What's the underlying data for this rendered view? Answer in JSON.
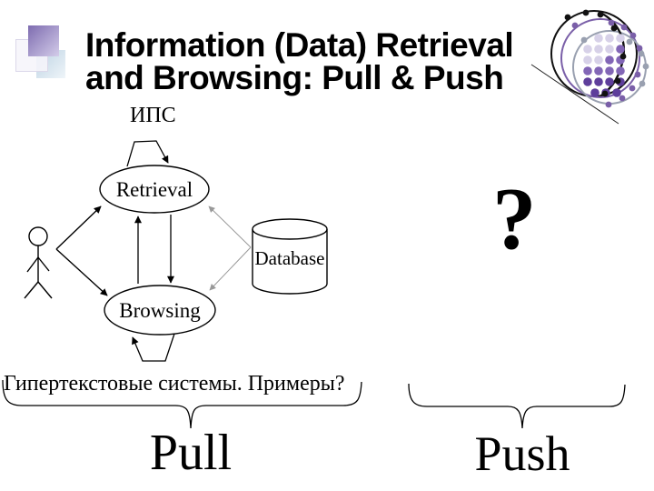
{
  "slide": {
    "title": {
      "line1": "Information (Data) Retrieval",
      "line2": "and Browsing: Pull & Push"
    },
    "ips_label": "ИПС",
    "question_mark": "?",
    "note_text": "Гипертекстовые системы. Примеры?",
    "pull_label": "Pull",
    "push_label": "Push"
  },
  "diagram": {
    "nodes": {
      "retrieval": "Retrieval",
      "browsing": "Browsing",
      "database": "Database"
    },
    "actor": "user-stick-figure",
    "arrows": {
      "user_to_retrieval": "user→retrieval",
      "user_to_browsing": "user→browsing",
      "browsing_to_retrieval": "browsing→retrieval",
      "retrieval_to_browsing": "retrieval→browsing",
      "database_to_retrieval": "database→retrieval",
      "database_to_browsing": "database→browsing",
      "retrieval_self_loop": "retrieval feedback loop",
      "browsing_self_loop": "browsing feedback loop"
    }
  },
  "colors": {
    "ink": "#000000",
    "arrow_gray": "#999999",
    "accent_purple": "#7a5fa8",
    "accent_gray": "#99a0b0",
    "dot_light": "#d7d1e8",
    "dot_medium": "#8266b6",
    "dot_dark": "#5e3e9b"
  }
}
